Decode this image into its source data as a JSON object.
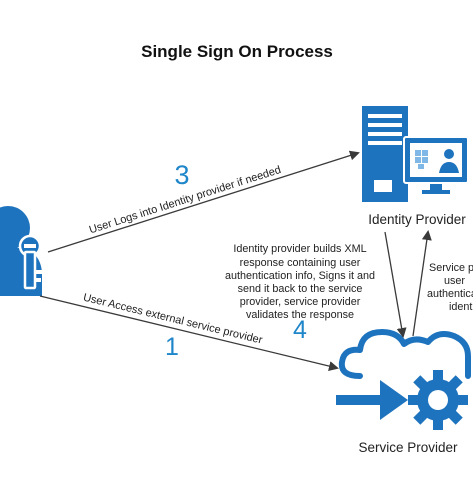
{
  "title": "Single Sign On Process",
  "colors": {
    "icon_blue": "#1e73be",
    "accent_blue": "#1f86c9",
    "line": "#3a3a3a",
    "text": "#222222",
    "background": "#ffffff"
  },
  "nodes": {
    "user": {
      "icon": "user-key-icon"
    },
    "identity_provider": {
      "label": "Identity Provider",
      "icon": "server-computer-icon"
    },
    "service_provider": {
      "label": "Service Provider",
      "icon": "cloud-gear-icon"
    }
  },
  "steps": [
    {
      "number": "1",
      "text": "User Access external service provider"
    },
    {
      "number": "3",
      "text": "User Logs into Identity provider if needed"
    },
    {
      "number": "4",
      "lines": [
        "Identity provider builds XML",
        "response containing user",
        "authentication info, Signs it and",
        "send it back to the service",
        "provider, service provider",
        "validates the response"
      ]
    }
  ],
  "step2_lines": [
    "Service p",
    "user",
    "authentica",
    "identi"
  ]
}
